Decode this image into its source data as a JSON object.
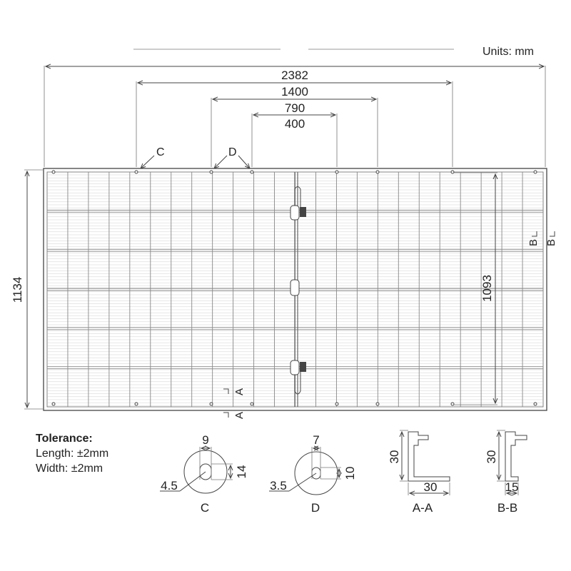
{
  "units_label": "Units: mm",
  "dimensions": {
    "overall_length": "2382",
    "hole_span_c": "1400",
    "hole_span_d": "790",
    "hole_span_inner": "400",
    "overall_width": "1134",
    "mounting_width": "1093"
  },
  "markers": {
    "c": "C",
    "d": "D",
    "section_a": "A",
    "section_b": "B"
  },
  "tolerance": {
    "title": "Tolerance:",
    "length": "Length: ±2mm",
    "width": "Width: ±2mm"
  },
  "details": {
    "c": {
      "name": "C",
      "width": "9",
      "height": "14",
      "radius": "4.5"
    },
    "d": {
      "name": "D",
      "width": "7",
      "height": "10",
      "radius": "3.5"
    },
    "aa": {
      "name": "A-A",
      "height": "30",
      "width": "30"
    },
    "bb": {
      "name": "B-B",
      "height": "30",
      "width": "15"
    }
  },
  "colors": {
    "line": "#444444",
    "grid": "#888888",
    "text": "#222222"
  }
}
